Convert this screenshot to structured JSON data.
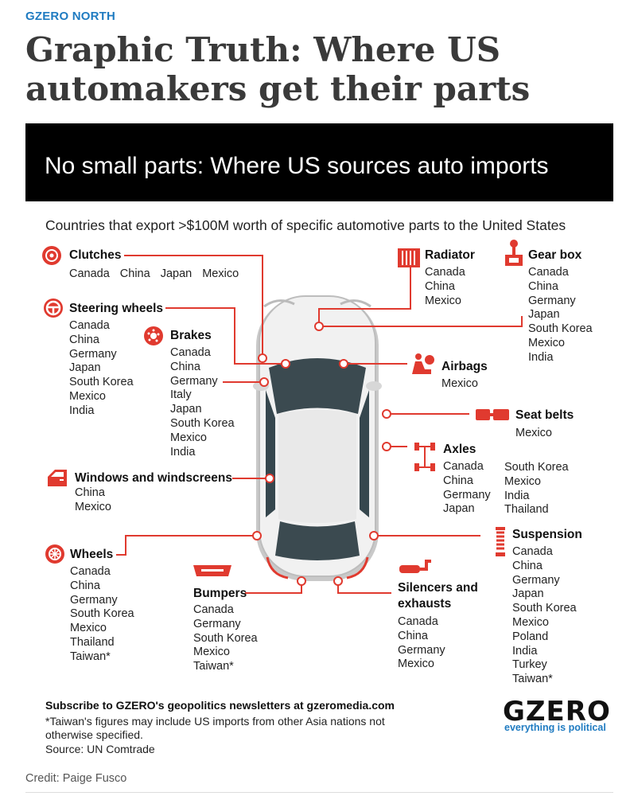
{
  "kicker": "GZERO NORTH",
  "headline": "Graphic Truth: Where US automakers get their parts",
  "banner_title": "No small parts: Where US sources auto imports",
  "subtitle": "Countries that export >$100M worth of specific automotive parts to the United States",
  "accent_color": "#e03a2f",
  "parts": {
    "clutches": {
      "label": "Clutches",
      "icon": "clutch-icon",
      "countries": [
        "Canada",
        "China",
        "Japan",
        "Mexico"
      ]
    },
    "steering": {
      "label": "Steering wheels",
      "icon": "steering-wheel-icon",
      "countries": [
        "Canada",
        "China",
        "Germany",
        "Japan",
        "South Korea",
        "Mexico",
        "India"
      ]
    },
    "brakes": {
      "label": "Brakes",
      "icon": "brake-icon",
      "countries": [
        "Canada",
        "China",
        "Germany",
        "Italy",
        "Japan",
        "South Korea",
        "Mexico",
        "India"
      ]
    },
    "windows": {
      "label": "Windows and windscreens",
      "icon": "car-door-icon",
      "countries": [
        "China",
        "Mexico"
      ]
    },
    "wheels": {
      "label": "Wheels",
      "icon": "wheel-icon",
      "countries": [
        "Canada",
        "China",
        "Germany",
        "South Korea",
        "Mexico",
        "Thailand",
        "Taiwan*"
      ]
    },
    "bumpers": {
      "label": "Bumpers",
      "icon": "bumper-icon",
      "countries": [
        "Canada",
        "Germany",
        "South Korea",
        "Mexico",
        "Taiwan*"
      ]
    },
    "radiator": {
      "label": "Radiator",
      "icon": "radiator-icon",
      "countries": [
        "Canada",
        "China",
        "Mexico"
      ]
    },
    "gearbox": {
      "label": "Gear box",
      "icon": "gear-shift-icon",
      "countries": [
        "Canada",
        "China",
        "Germany",
        "Japan",
        "South Korea",
        "Mexico",
        "India"
      ]
    },
    "airbags": {
      "label": "Airbags",
      "icon": "airbag-icon",
      "countries": [
        "Mexico"
      ]
    },
    "seatbelts": {
      "label": "Seat belts",
      "icon": "seat-belt-icon",
      "countries": [
        "Mexico"
      ]
    },
    "axles": {
      "label": "Axles",
      "icon": "axle-icon",
      "countries": [
        "Canada",
        "China",
        "Germany",
        "Japan"
      ],
      "countries2": [
        "South Korea",
        "Mexico",
        "India",
        "Thailand"
      ]
    },
    "suspension": {
      "label": "Suspension",
      "icon": "suspension-icon",
      "countries": [
        "Canada",
        "China",
        "Germany",
        "Japan",
        "South Korea",
        "Mexico",
        "Poland",
        "India",
        "Turkey",
        "Taiwan*"
      ]
    },
    "silencers": {
      "label": "Silencers and exhausts",
      "icon": "exhaust-icon",
      "countries": [
        "Canada",
        "China",
        "Germany",
        "Mexico"
      ]
    }
  },
  "footer": {
    "subscribe": "Subscribe to GZERO's geopolitics newsletters at gzeromedia.com",
    "note": "*Taiwan's figures may include US imports from other Asia nations not otherwise specified.",
    "source": "Source: UN Comtrade",
    "credit": "Credit: Paige Fusco",
    "logo": "GZERO",
    "tagline": "everything is political"
  }
}
